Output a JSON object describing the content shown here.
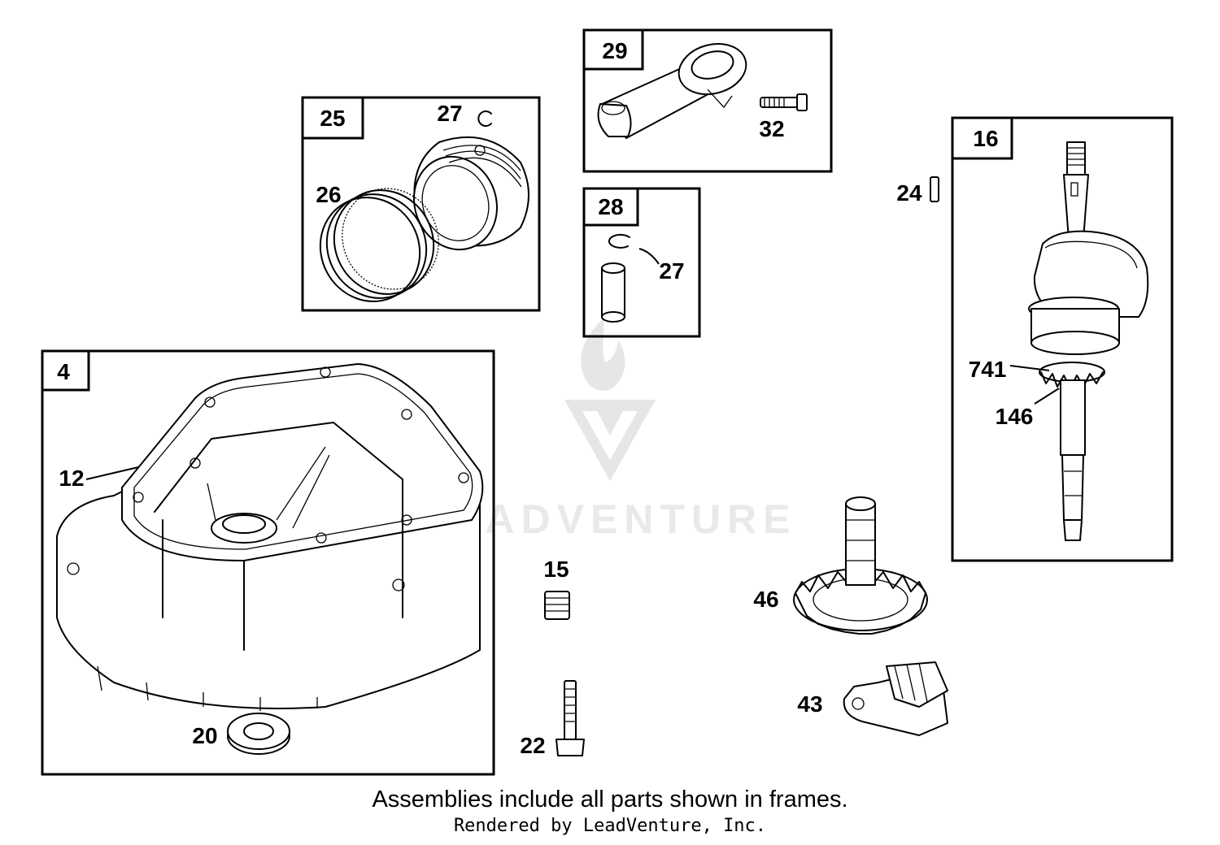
{
  "watermark": {
    "text": "LEADVENTURE"
  },
  "frames": {
    "f25": "25",
    "f29": "29",
    "f28": "28",
    "f4": "4",
    "f16": "16"
  },
  "callouts": {
    "c27a": "27",
    "c26": "26",
    "c32": "32",
    "c27b": "27",
    "c24": "24",
    "c741": "741",
    "c146": "146",
    "c12": "12",
    "c20": "20",
    "c15": "15",
    "c22": "22",
    "c46": "46",
    "c43": "43"
  },
  "footer": {
    "caption": "Assemblies include all parts shown in frames.",
    "credit": "Rendered by LeadVenture, Inc."
  }
}
